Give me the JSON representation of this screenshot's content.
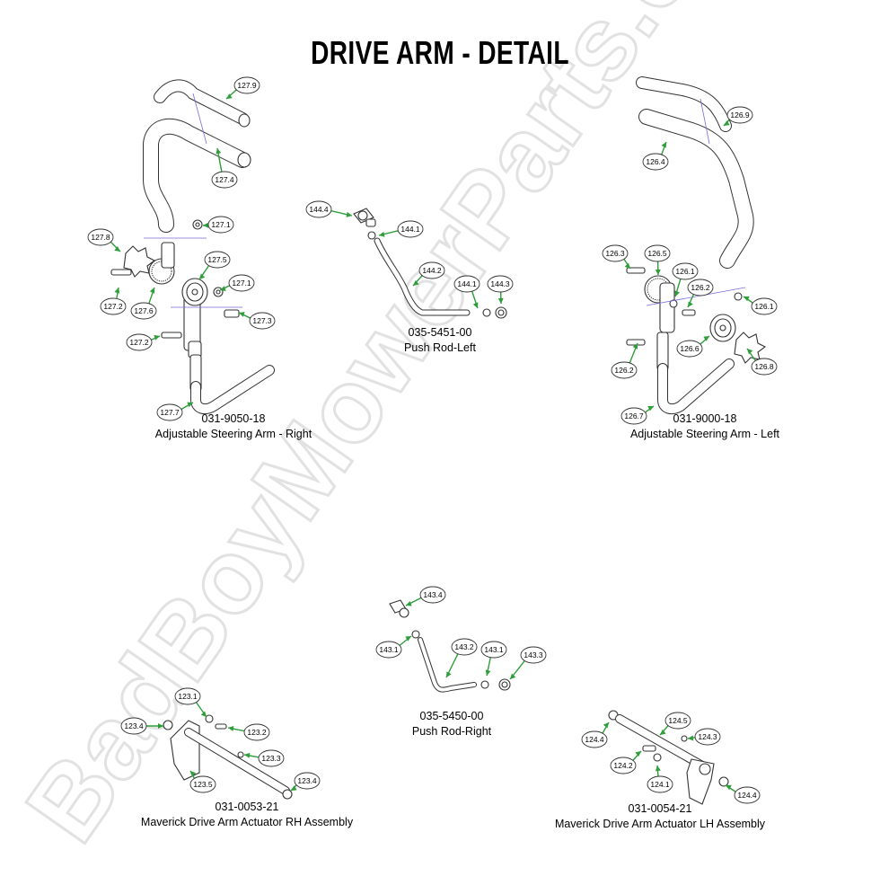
{
  "title": "DRIVE ARM - DETAIL",
  "watermark": "BadBoyMowerParts.com",
  "colors": {
    "arrow": "#2e9e3a",
    "line": "#333333",
    "watermark": "#e6e6e6"
  },
  "assemblies": [
    {
      "part_number": "031-9050-18",
      "name": "Adjustable Steering Arm - Right"
    },
    {
      "part_number": "035-5451-00",
      "name": "Push Rod-Left"
    },
    {
      "part_number": "031-9000-18",
      "name": "Adjustable Steering Arm - Left"
    },
    {
      "part_number": "035-5450-00",
      "name": "Push Rod-Right"
    },
    {
      "part_number": "031-0053-21",
      "name": "Maverick Drive Arm Actuator RH Assembly"
    },
    {
      "part_number": "031-0054-21",
      "name": "Maverick Drive Arm Actuator LH Assembly"
    }
  ],
  "callouts": [
    "127.9",
    "127.4",
    "127.1",
    "127.8",
    "127.5",
    "127.1",
    "127.2",
    "127.6",
    "127.3",
    "127.2",
    "127.7",
    "144.4",
    "144.1",
    "144.2",
    "144.1",
    "144.3",
    "126.9",
    "126.4",
    "126.3",
    "126.5",
    "126.1",
    "126.2",
    "126.1",
    "126.6",
    "126.8",
    "126.2",
    "126.7",
    "143.4",
    "143.1",
    "143.2",
    "143.1",
    "143.3",
    "123.1",
    "123.4",
    "123.2",
    "123.3",
    "123.5",
    "123.4",
    "124.5",
    "124.4",
    "124.3",
    "124.2",
    "124.1",
    "124.4"
  ]
}
